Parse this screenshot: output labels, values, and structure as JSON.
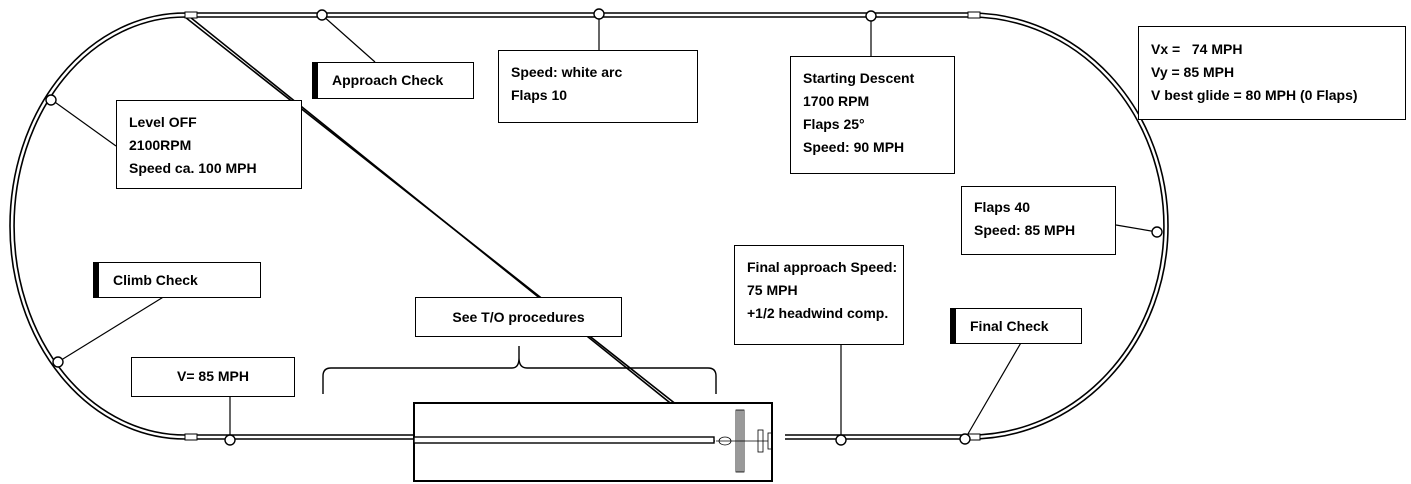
{
  "labels": {
    "approach_check": "Approach Check",
    "speed_white_arc": [
      "Speed: white arc",
      "Flaps 10"
    ],
    "starting_descent": [
      "Starting Descent",
      "1700 RPM",
      "Flaps 25°",
      "Speed: 90 MPH"
    ],
    "level_off": [
      "Level OFF",
      "2100RPM",
      "Speed ca. 100 MPH"
    ],
    "v_speeds": [
      "Vx =   74 MPH",
      "Vy = 85 MPH",
      "V best glide = 80 MPH (0 Flaps)"
    ],
    "flaps_40": [
      "Flaps 40",
      "Speed: 85 MPH"
    ],
    "climb_check": "Climb Check",
    "final_approach": [
      "Final approach Speed:",
      "75 MPH",
      "+1/2 headwind comp."
    ],
    "see_to_procedures": "See T/O procedures",
    "final_check": "Final Check",
    "v_85": "V= 85 MPH"
  }
}
